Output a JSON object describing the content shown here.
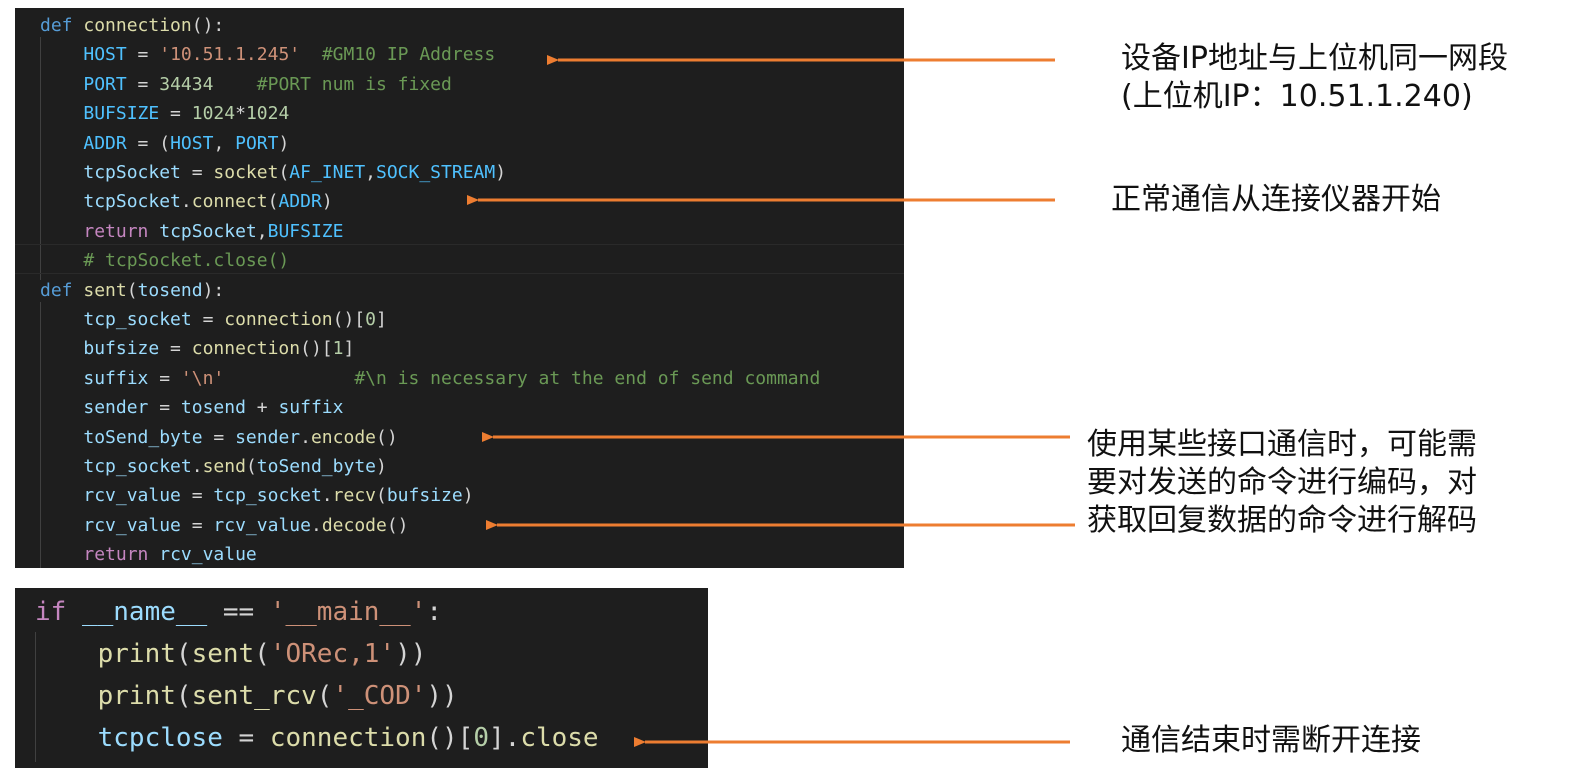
{
  "colors": {
    "editor_bg": "#1e1e1e",
    "keyword": "#569cd6",
    "control": "#c586c0",
    "function": "#dcdcaa",
    "variable": "#9cdcfe",
    "constant": "#4fc1ff",
    "string": "#ce9178",
    "number": "#b5cea8",
    "comment": "#6a9955",
    "plain": "#d4d4d4",
    "arrow": "#ed7d31",
    "annotation_text": "#111111"
  },
  "code_top": {
    "lines": [
      [
        {
          "t": "def",
          "c": "keyword"
        },
        {
          "t": " ",
          "c": "plain"
        },
        {
          "t": "connection",
          "c": "function"
        },
        {
          "t": "():",
          "c": "plain"
        }
      ],
      [
        {
          "t": "    ",
          "c": "plain"
        },
        {
          "t": "HOST",
          "c": "constant"
        },
        {
          "t": " = ",
          "c": "plain"
        },
        {
          "t": "'10.51.1.245'",
          "c": "string"
        },
        {
          "t": "  ",
          "c": "plain"
        },
        {
          "t": "#GM10 IP Address",
          "c": "comment"
        }
      ],
      [
        {
          "t": "    ",
          "c": "plain"
        },
        {
          "t": "PORT",
          "c": "constant"
        },
        {
          "t": " = ",
          "c": "plain"
        },
        {
          "t": "34434",
          "c": "number"
        },
        {
          "t": "    ",
          "c": "plain"
        },
        {
          "t": "#PORT num is fixed",
          "c": "comment"
        }
      ],
      [
        {
          "t": "    ",
          "c": "plain"
        },
        {
          "t": "BUFSIZE",
          "c": "constant"
        },
        {
          "t": " = ",
          "c": "plain"
        },
        {
          "t": "1024",
          "c": "number"
        },
        {
          "t": "*",
          "c": "plain"
        },
        {
          "t": "1024",
          "c": "number"
        }
      ],
      [
        {
          "t": "    ",
          "c": "plain"
        },
        {
          "t": "ADDR",
          "c": "constant"
        },
        {
          "t": " = (",
          "c": "plain"
        },
        {
          "t": "HOST",
          "c": "constant"
        },
        {
          "t": ", ",
          "c": "plain"
        },
        {
          "t": "PORT",
          "c": "constant"
        },
        {
          "t": ")",
          "c": "plain"
        }
      ],
      [
        {
          "t": "    ",
          "c": "plain"
        },
        {
          "t": "tcpSocket",
          "c": "variable"
        },
        {
          "t": " = ",
          "c": "plain"
        },
        {
          "t": "socket",
          "c": "function"
        },
        {
          "t": "(",
          "c": "plain"
        },
        {
          "t": "AF_INET",
          "c": "constant"
        },
        {
          "t": ",",
          "c": "plain"
        },
        {
          "t": "SOCK_STREAM",
          "c": "constant"
        },
        {
          "t": ")",
          "c": "plain"
        }
      ],
      [
        {
          "t": "    ",
          "c": "plain"
        },
        {
          "t": "tcpSocket",
          "c": "variable"
        },
        {
          "t": ".",
          "c": "plain"
        },
        {
          "t": "connect",
          "c": "function"
        },
        {
          "t": "(",
          "c": "plain"
        },
        {
          "t": "ADDR",
          "c": "constant"
        },
        {
          "t": ")",
          "c": "plain"
        }
      ],
      [
        {
          "t": "    ",
          "c": "plain"
        },
        {
          "t": "return",
          "c": "control"
        },
        {
          "t": " ",
          "c": "plain"
        },
        {
          "t": "tcpSocket",
          "c": "variable"
        },
        {
          "t": ",",
          "c": "plain"
        },
        {
          "t": "BUFSIZE",
          "c": "constant"
        }
      ],
      [
        {
          "t": "    ",
          "c": "plain"
        },
        {
          "t": "# tcpSocket.close()",
          "c": "comment"
        }
      ],
      [
        {
          "t": "def",
          "c": "keyword"
        },
        {
          "t": " ",
          "c": "plain"
        },
        {
          "t": "sent",
          "c": "function"
        },
        {
          "t": "(",
          "c": "plain"
        },
        {
          "t": "tosend",
          "c": "variable"
        },
        {
          "t": "):",
          "c": "plain"
        }
      ],
      [
        {
          "t": "    ",
          "c": "plain"
        },
        {
          "t": "tcp_socket",
          "c": "variable"
        },
        {
          "t": " = ",
          "c": "plain"
        },
        {
          "t": "connection",
          "c": "function"
        },
        {
          "t": "()[",
          "c": "plain"
        },
        {
          "t": "0",
          "c": "number"
        },
        {
          "t": "]",
          "c": "plain"
        }
      ],
      [
        {
          "t": "    ",
          "c": "plain"
        },
        {
          "t": "bufsize",
          "c": "variable"
        },
        {
          "t": " = ",
          "c": "plain"
        },
        {
          "t": "connection",
          "c": "function"
        },
        {
          "t": "()[",
          "c": "plain"
        },
        {
          "t": "1",
          "c": "number"
        },
        {
          "t": "]",
          "c": "plain"
        }
      ],
      [
        {
          "t": "    ",
          "c": "plain"
        },
        {
          "t": "suffix",
          "c": "variable"
        },
        {
          "t": " = ",
          "c": "plain"
        },
        {
          "t": "'\\n'",
          "c": "string"
        },
        {
          "t": "            ",
          "c": "plain"
        },
        {
          "t": "#\\n is necessary at the end of send command",
          "c": "comment"
        }
      ],
      [
        {
          "t": "    ",
          "c": "plain"
        },
        {
          "t": "sender",
          "c": "variable"
        },
        {
          "t": " = ",
          "c": "plain"
        },
        {
          "t": "tosend",
          "c": "variable"
        },
        {
          "t": " + ",
          "c": "plain"
        },
        {
          "t": "suffix",
          "c": "variable"
        }
      ],
      [
        {
          "t": "    ",
          "c": "plain"
        },
        {
          "t": "toSend_byte",
          "c": "variable"
        },
        {
          "t": " = ",
          "c": "plain"
        },
        {
          "t": "sender",
          "c": "variable"
        },
        {
          "t": ".",
          "c": "plain"
        },
        {
          "t": "encode",
          "c": "function"
        },
        {
          "t": "()",
          "c": "plain"
        }
      ],
      [
        {
          "t": "    ",
          "c": "plain"
        },
        {
          "t": "tcp_socket",
          "c": "variable"
        },
        {
          "t": ".",
          "c": "plain"
        },
        {
          "t": "send",
          "c": "function"
        },
        {
          "t": "(",
          "c": "plain"
        },
        {
          "t": "toSend_byte",
          "c": "variable"
        },
        {
          "t": ")",
          "c": "plain"
        }
      ],
      [
        {
          "t": "    ",
          "c": "plain"
        },
        {
          "t": "rcv_value",
          "c": "variable"
        },
        {
          "t": " = ",
          "c": "plain"
        },
        {
          "t": "tcp_socket",
          "c": "variable"
        },
        {
          "t": ".",
          "c": "plain"
        },
        {
          "t": "recv",
          "c": "function"
        },
        {
          "t": "(",
          "c": "plain"
        },
        {
          "t": "bufsize",
          "c": "variable"
        },
        {
          "t": ")",
          "c": "plain"
        }
      ],
      [
        {
          "t": "    ",
          "c": "plain"
        },
        {
          "t": "rcv_value",
          "c": "variable"
        },
        {
          "t": " = ",
          "c": "plain"
        },
        {
          "t": "rcv_value",
          "c": "variable"
        },
        {
          "t": ".",
          "c": "plain"
        },
        {
          "t": "decode",
          "c": "function"
        },
        {
          "t": "()",
          "c": "plain"
        }
      ],
      [
        {
          "t": "    ",
          "c": "plain"
        },
        {
          "t": "return",
          "c": "control"
        },
        {
          "t": " ",
          "c": "plain"
        },
        {
          "t": "rcv_value",
          "c": "variable"
        }
      ]
    ]
  },
  "code_bottom": {
    "lines": [
      [
        {
          "t": "if",
          "c": "control"
        },
        {
          "t": " ",
          "c": "plain"
        },
        {
          "t": "__name__",
          "c": "variable"
        },
        {
          "t": " == ",
          "c": "plain"
        },
        {
          "t": "'__main__'",
          "c": "string"
        },
        {
          "t": ":",
          "c": "plain"
        }
      ],
      [
        {
          "t": "    ",
          "c": "plain"
        },
        {
          "t": "print",
          "c": "function"
        },
        {
          "t": "(",
          "c": "plain"
        },
        {
          "t": "sent",
          "c": "function"
        },
        {
          "t": "(",
          "c": "plain"
        },
        {
          "t": "'ORec,1'",
          "c": "string"
        },
        {
          "t": "))",
          "c": "plain"
        }
      ],
      [
        {
          "t": "    ",
          "c": "plain"
        },
        {
          "t": "print",
          "c": "function"
        },
        {
          "t": "(",
          "c": "plain"
        },
        {
          "t": "sent_rcv",
          "c": "function"
        },
        {
          "t": "(",
          "c": "plain"
        },
        {
          "t": "'_COD'",
          "c": "string"
        },
        {
          "t": "))",
          "c": "plain"
        }
      ],
      [
        {
          "t": "    ",
          "c": "plain"
        },
        {
          "t": "tcpclose",
          "c": "variable"
        },
        {
          "t": " = ",
          "c": "plain"
        },
        {
          "t": "connection",
          "c": "function"
        },
        {
          "t": "()[",
          "c": "plain"
        },
        {
          "t": "0",
          "c": "number"
        },
        {
          "t": "].",
          "c": "plain"
        },
        {
          "t": "close",
          "c": "function"
        }
      ]
    ]
  },
  "annotations": {
    "ip_line1": "设备IP地址与上位机同一网段",
    "ip_line2": "(上位机IP：10.51.1.240)",
    "connect": "正常通信从连接仪器开始",
    "encode_line1": "使用某些接口通信时，可能需",
    "encode_line2": "要对发送的命令进行编码，对",
    "encode_line3": "获取回复数据的命令进行解码",
    "close": "通信结束时需断开连接"
  }
}
